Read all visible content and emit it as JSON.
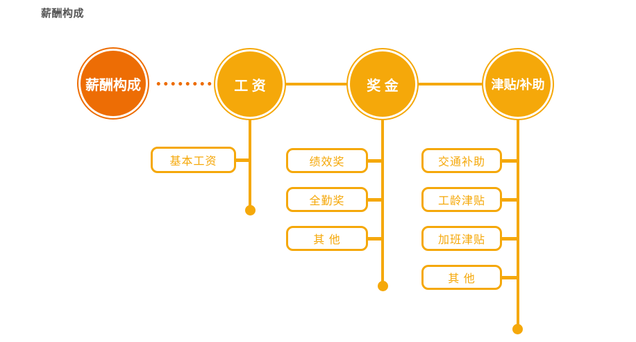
{
  "page_title": "薪酬构成",
  "colors": {
    "orange": "#ED6D05",
    "amber": "#F5A80A",
    "title_gray": "#555555"
  },
  "diagram": {
    "root": {
      "label": "薪酬构成"
    },
    "branches": [
      {
        "label": "工 资",
        "children": [
          "基本工资"
        ]
      },
      {
        "label": "奖 金",
        "children": [
          "绩效奖",
          "全勤奖",
          "其 他"
        ]
      },
      {
        "label": "津贴/补助",
        "children": [
          "交通补助",
          "工龄津贴",
          "加班津贴",
          "其 他"
        ]
      }
    ]
  }
}
